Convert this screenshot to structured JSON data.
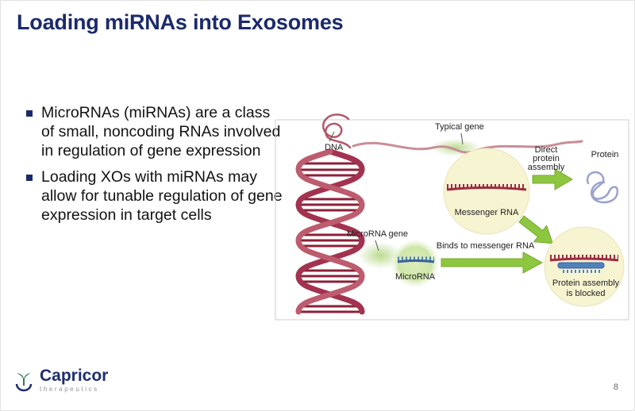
{
  "slide": {
    "title": "Loading miRNAs into Exosomes",
    "page_number": "8"
  },
  "bullets": [
    "MicroRNAs (miRNAs) are a class of small, noncoding RNAs involved in regulation of gene expression",
    "Loading XOs with miRNAs may allow for tunable regulation of gene expression in target cells"
  ],
  "diagram": {
    "labels": {
      "dna": "DNA",
      "typical_gene": "Typical gene",
      "messenger_rna": "Messenger RNA",
      "direct_assembly_lines": [
        "Direct",
        "protein",
        "assembly"
      ],
      "protein": "Protein",
      "microrna_gene": "MicroRNA gene",
      "microrna": "MicroRNA",
      "binds_label": "Binds to messenger RNA",
      "blocked_lines": [
        "Protein assembly",
        "is blocked"
      ]
    }
  },
  "logo": {
    "brand": "Capricor",
    "tagline": "therapeutics"
  },
  "colors": {
    "title_navy": "#1b2a6b",
    "arrow_green": "#8dc63f",
    "helix_red": "#a23350",
    "circle_yellow": "#f7f4d2",
    "mirna_blue": "#4f81bd"
  }
}
